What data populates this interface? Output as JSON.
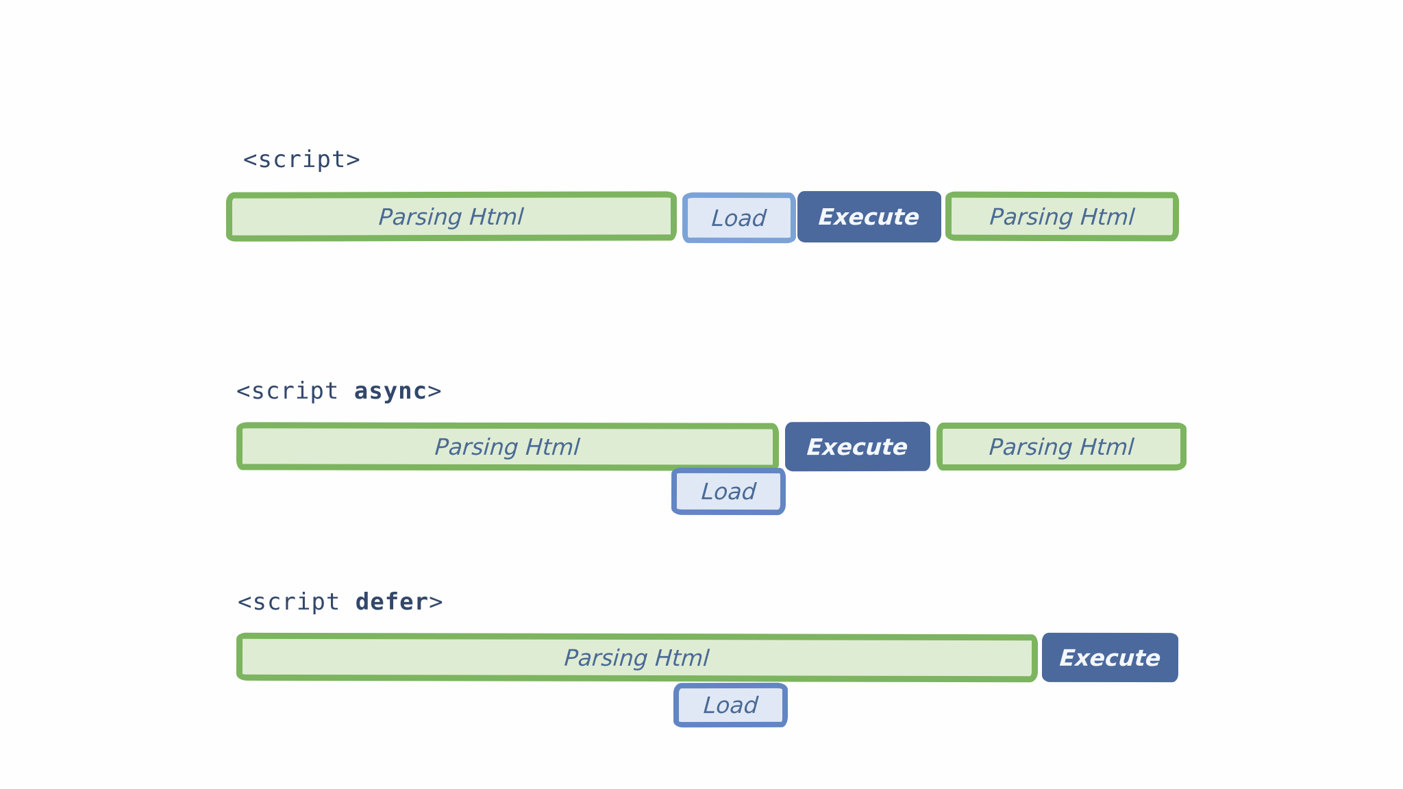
{
  "colors": {
    "background": "#fefefe",
    "parsing_border": "#7db45f",
    "parsing_fill": "#dfecd4",
    "load_border": "#6285c3",
    "load_border_light": "#7ba3d7",
    "load_fill": "#e0e8f6",
    "execute_fill": "#4b699c",
    "execute_text": "#f4f7fb",
    "bar_text": "#4a6a94",
    "label_text": "#32476a"
  },
  "sections": [
    {
      "label": {
        "pre": "<script",
        "keyword": "",
        "post": ">"
      },
      "segments": {
        "parsing1": "Parsing Html",
        "load": "Load",
        "execute": "Execute",
        "parsing2": "Parsing Html"
      }
    },
    {
      "label": {
        "pre": "<script ",
        "keyword": "async",
        "post": ">"
      },
      "segments": {
        "parsing1": "Parsing Html",
        "execute": "Execute",
        "parsing2": "Parsing Html",
        "load": "Load"
      }
    },
    {
      "label": {
        "pre": "<script ",
        "keyword": "defer",
        "post": ">"
      },
      "segments": {
        "parsing1": "Parsing Html",
        "execute": "Execute",
        "load": "Load"
      }
    }
  ]
}
